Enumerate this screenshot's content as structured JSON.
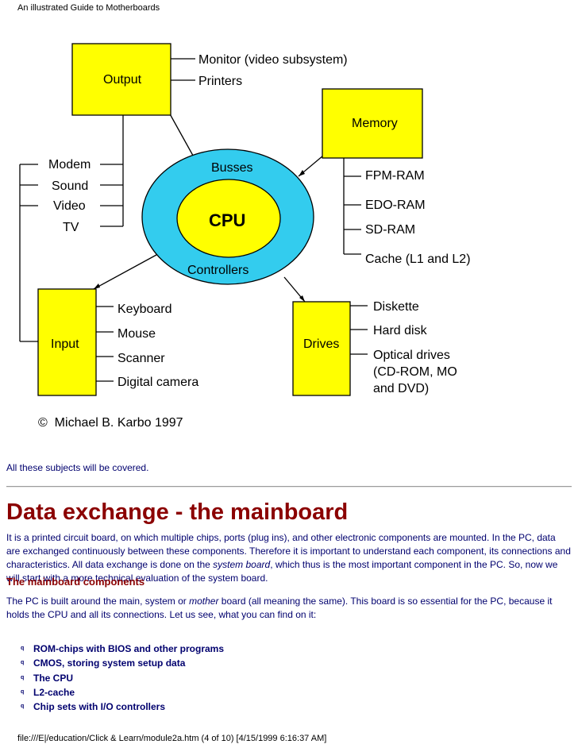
{
  "header": {
    "title": "An illustrated Guide to Motherboards"
  },
  "diagram": {
    "boxes": {
      "output": "Output",
      "memory": "Memory",
      "input": "Input",
      "drives": "Drives"
    },
    "ring": {
      "busses": "Busses",
      "controllers": "Controllers",
      "cpu": "CPU"
    },
    "output_items": [
      "Monitor (video subsystem)",
      "Printers"
    ],
    "left_items": [
      "Modem",
      "Sound",
      "Video",
      "TV"
    ],
    "memory_items": [
      "FPM-RAM",
      "EDO-RAM",
      "SD-RAM",
      "Cache (L1 and L2)"
    ],
    "input_items": [
      "Keyboard",
      "Mouse",
      "Scanner",
      "Digital camera"
    ],
    "drives_items": [
      "Diskette",
      "Hard disk",
      "Optical drives",
      "(CD-ROM, MO",
      "and DVD)"
    ],
    "copyright": "©  Michael B. Karbo 1997",
    "colors": {
      "box": "#ffff00",
      "ring": "#33ccee",
      "cpu": "#ffff00",
      "line": "#000000"
    }
  },
  "content": {
    "intro": "All these subjects will be covered.",
    "heading": "Data exchange - the mainboard",
    "para1": {
      "part1": "It is a printed circuit board, on which multiple chips, ports (plug ins), and other electronic components are mounted. In the PC, data are exchanged continuously between these components. Therefore it is important to understand each component, its connections and characteristics. All data exchange is done on the ",
      "emph": "system board",
      "part2": ", which thus is the most important component in the PC. So, now we will start with a more technical evaluation of the system board."
    },
    "subheading": "The mainboard components",
    "para2": {
      "part1": "The PC is built around the main, system or ",
      "emph": "mother",
      "part2": " board (all meaning the same). This board is so essential for the PC, because it holds the CPU and all its connections. Let us see, what you can find on it:"
    },
    "list": [
      "ROM-chips with BIOS and other programs",
      "CMOS, storing system setup data",
      "The CPU",
      "L2-cache",
      "Chip sets with I/O controllers"
    ],
    "bullet_glyph": "q"
  },
  "footer": {
    "text": "file:///E|/education/Click & Learn/module2a.htm (4 of 10) [4/15/1999 6:16:37 AM]"
  }
}
